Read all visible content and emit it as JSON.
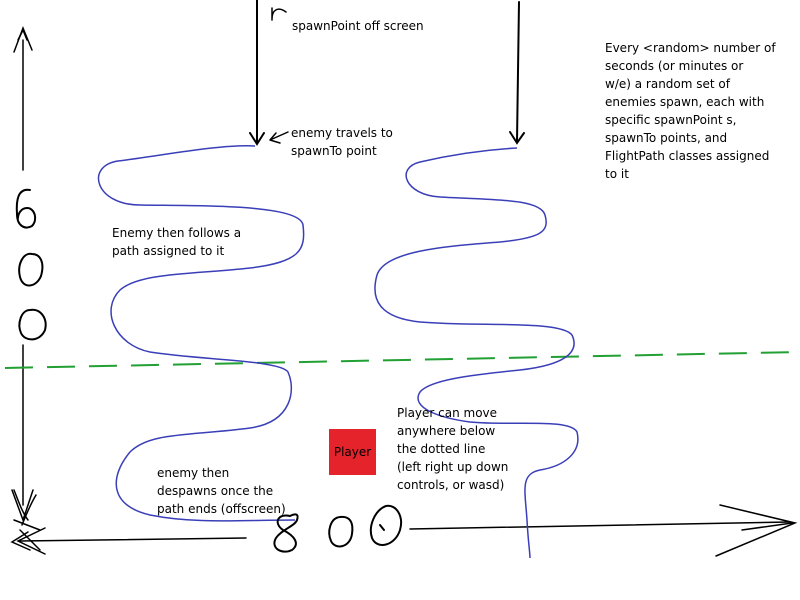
{
  "annotations": {
    "spawn_point": "spawnPoint off screen",
    "travels": [
      "enemy travels to",
      "spawnTo point"
    ],
    "follows": [
      "Enemy then follows a",
      "path assigned to it"
    ],
    "despawns": [
      "enemy then",
      "despawns once the",
      "path ends (offscreen)"
    ],
    "player_movement": [
      "Player can move",
      "anywhere below",
      "the dotted line",
      "(left right up down",
      "controls, or wasd)"
    ],
    "spawn_rules": [
      "Every <random> number of",
      "seconds (or minutes or",
      "w/e) a random set of",
      "enemies spawn, each with",
      "specific spawnPoint s,",
      "spawnTo points, and",
      "FlightPath classes assigned",
      "to it"
    ]
  },
  "player": {
    "label": "Player",
    "color": "#e5232b"
  },
  "dimensions": {
    "height_digits": "600",
    "width_digits": "800"
  },
  "colors": {
    "path": "#3a3fb8",
    "boundary": "#22a033",
    "ink": "#000000"
  }
}
